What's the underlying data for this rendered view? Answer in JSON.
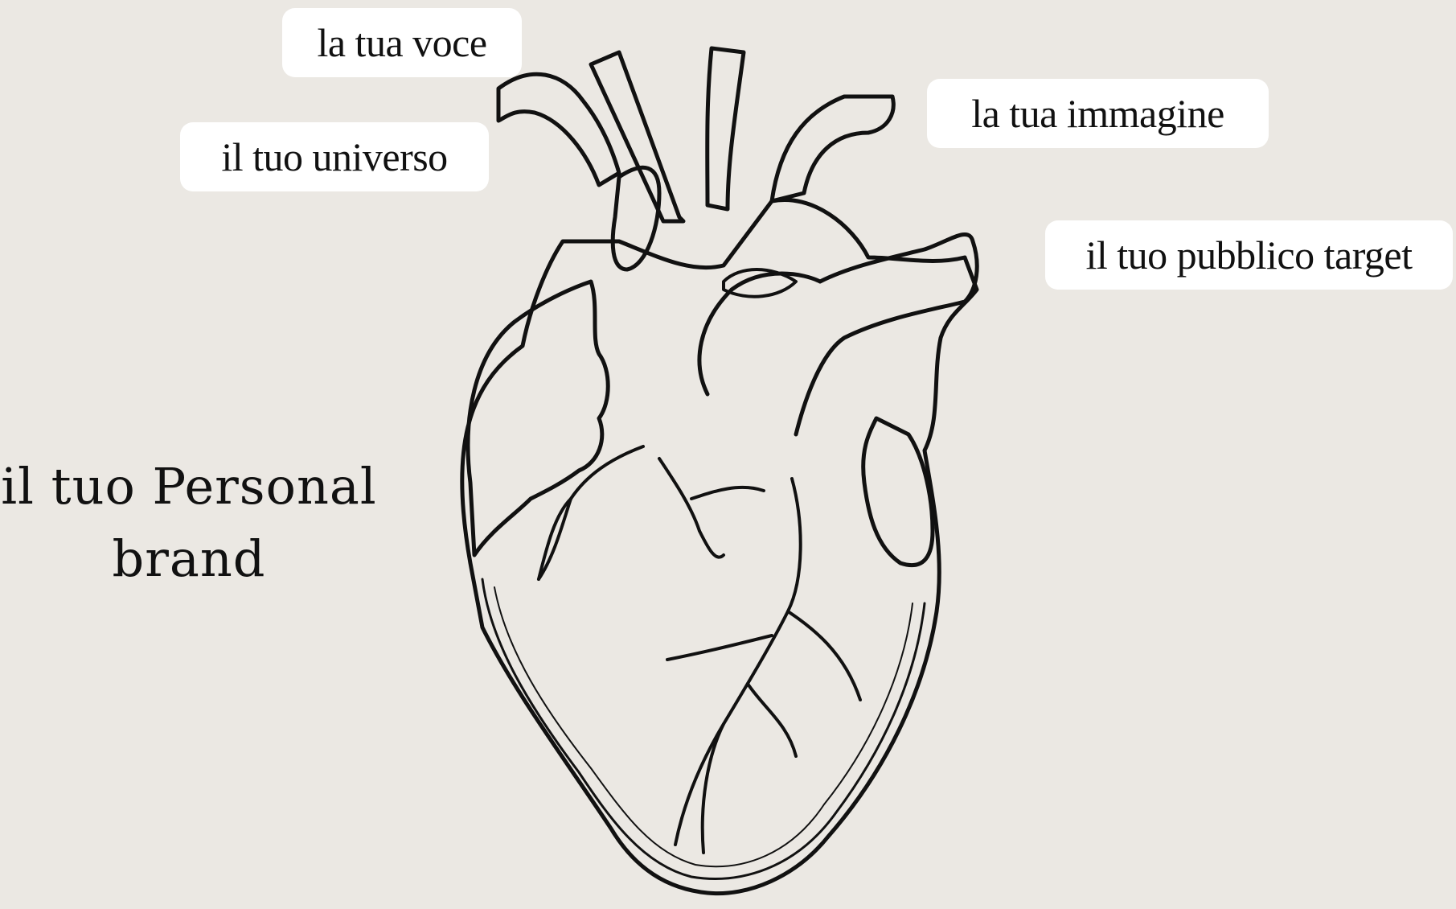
{
  "labels": {
    "voce": "la tua voce",
    "universo": "il tuo universo",
    "immagine": "la tua immagine",
    "pubblico": "il tuo pubblico target"
  },
  "headline": {
    "line1": "il tuo Personal",
    "line2": "brand"
  },
  "colors": {
    "background": "#ebe8e3",
    "chip": "#ffffff",
    "ink": "#111111"
  },
  "illustration": "anatomical-heart-line-drawing"
}
